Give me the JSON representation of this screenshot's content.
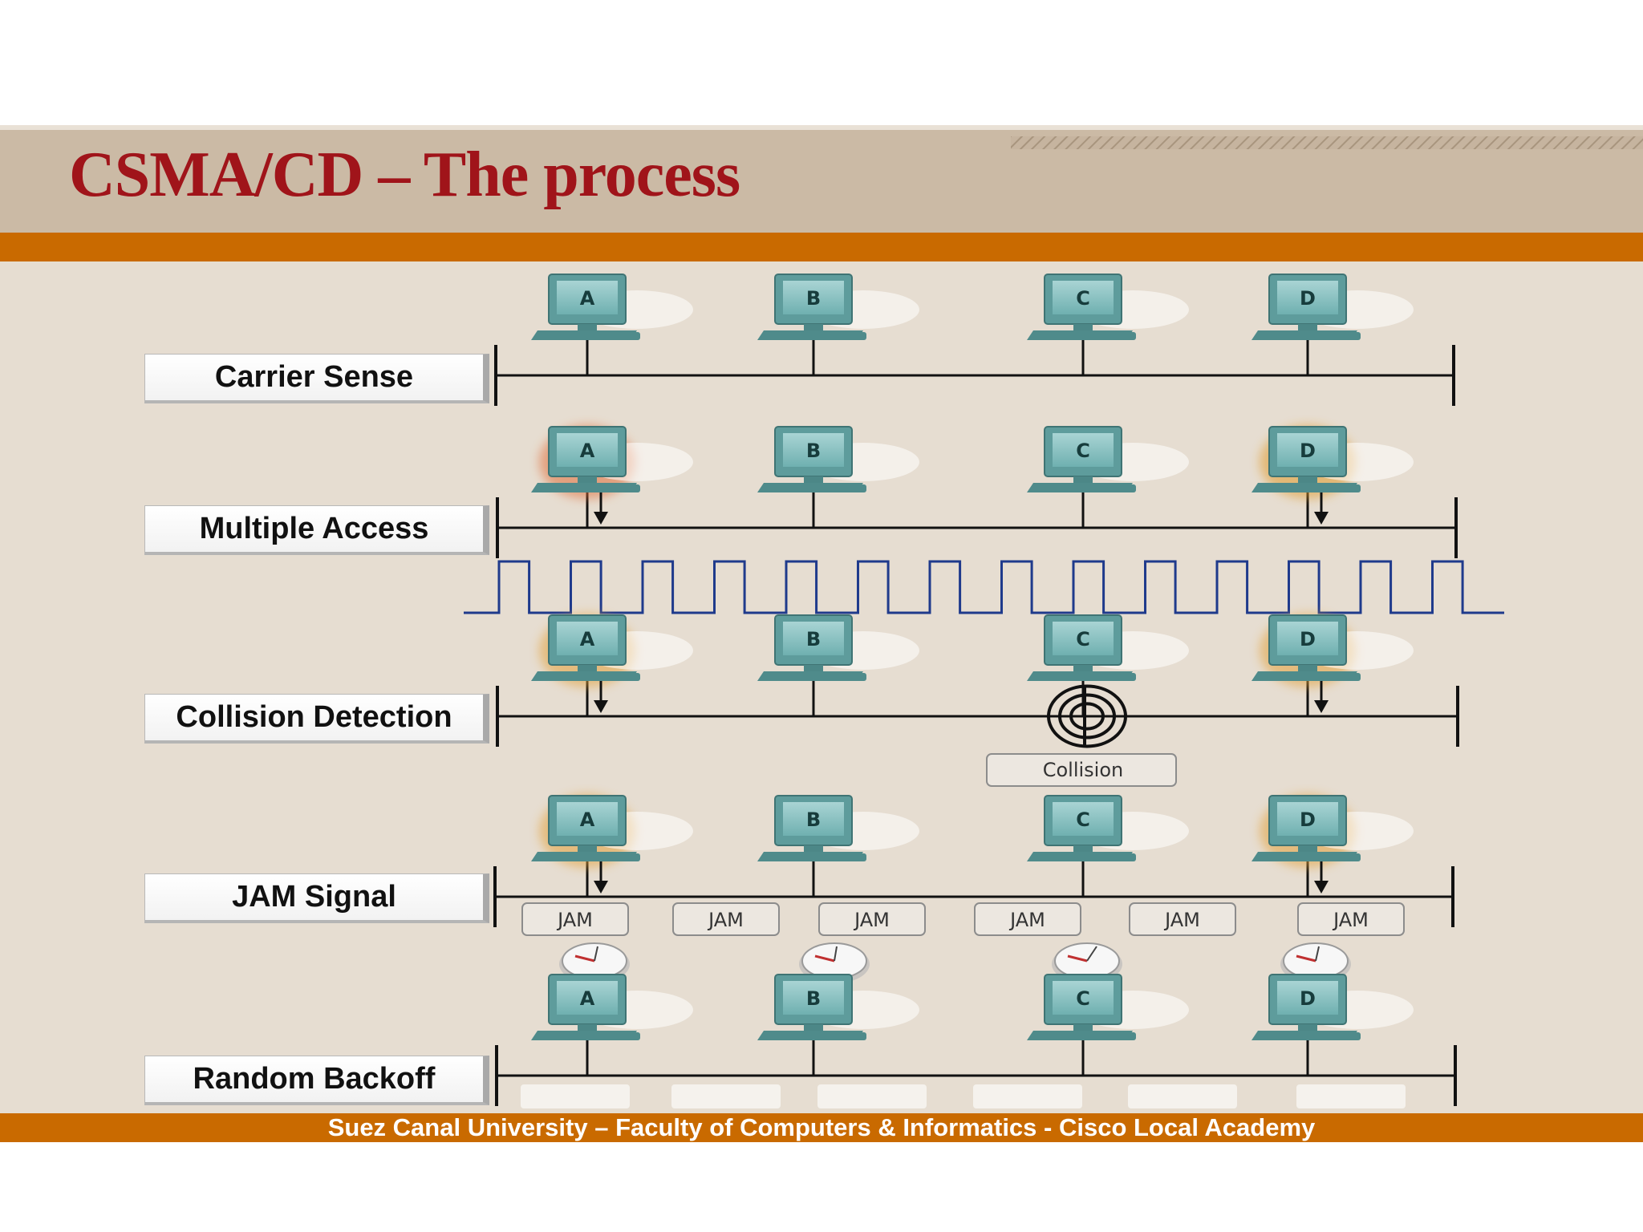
{
  "slide": {
    "title": "CSMA/CD – The process",
    "footer": "Suez Canal University – Faculty of Computers & Informatics - Cisco Local Academy"
  },
  "colors": {
    "title": "#a0141a",
    "header_band": "#cbbaa5",
    "orange_bar": "#c96a00",
    "content_background": "#e6ddd1",
    "signal_wave": "#1f3a8c",
    "computer": "#5e9c9c"
  },
  "diagram": {
    "stations": [
      "A",
      "B",
      "C",
      "D"
    ],
    "steps": [
      {
        "label": "Carrier Sense"
      },
      {
        "label": "Multiple Access"
      },
      {
        "label": "Collision Detection"
      },
      {
        "label": "JAM Signal"
      },
      {
        "label": "Random Backoff"
      }
    ],
    "collision_label": "Collision",
    "jam_labels": [
      "JAM",
      "JAM",
      "JAM",
      "JAM",
      "JAM",
      "JAM"
    ]
  }
}
